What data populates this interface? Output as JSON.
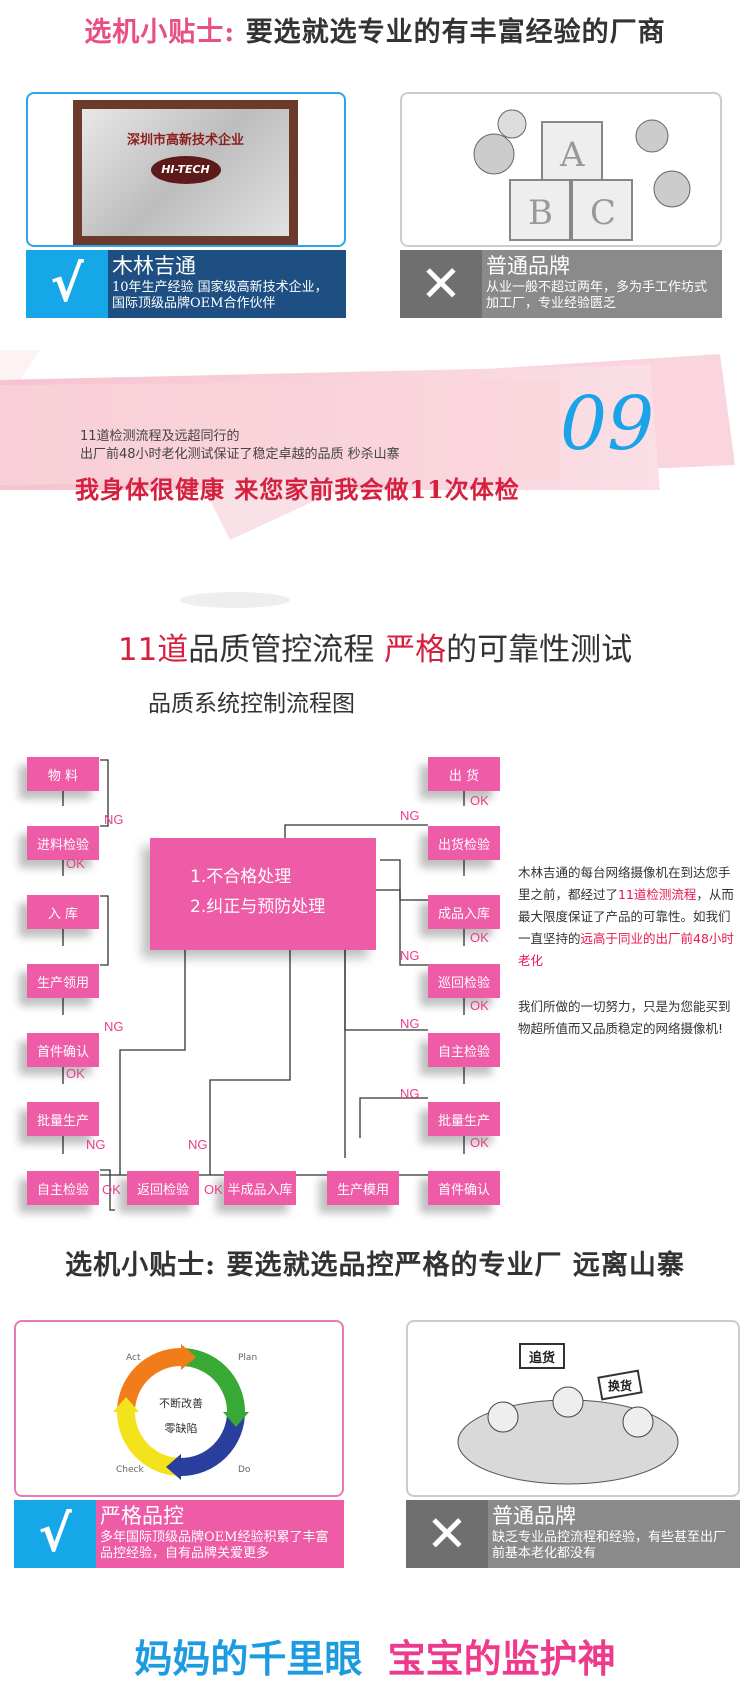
{
  "tip1": {
    "prefix": "选机小贴士:",
    "text": "要选就选专业的有丰富经验的厂商"
  },
  "compare1": {
    "good": {
      "image_caption": "深圳市高新技术企业",
      "image_logo": "HI-TECH",
      "title": "木林吉通",
      "desc": "10年生产经验 国家级高新技术企业，国际顶级品牌OEM合作伙伴",
      "symbol": "√"
    },
    "bad": {
      "title": "普通品牌",
      "desc": "从业一般不超过两年，多为手工作坊式加工厂，专业经验匮乏",
      "symbol": "✕",
      "letters": [
        "A",
        "B",
        "C"
      ]
    }
  },
  "section09": {
    "line1": "11道检测流程及远超同行的",
    "line2": "出厂前48小时老化测试保证了稳定卓越的品质 秒杀山寨",
    "slogan": "我身体很健康 来您家前我会做11次体检",
    "number": "09"
  },
  "qc": {
    "title_red1": "11道",
    "title_dark1": "品质管控流程 ",
    "title_red2": "严格",
    "title_dark2": "的可靠性测试",
    "subtitle": "品质系统控制流程图"
  },
  "flow": {
    "left": [
      "物 料",
      "进料检验",
      "入 库",
      "生产领用",
      "首件确认",
      "批量生产",
      "自主检验"
    ],
    "bottom": [
      "返回检验",
      "半成品入库",
      "生产模用",
      "首件确认"
    ],
    "right": [
      "出 货",
      "出货检验",
      "成品入库",
      "巡回检验",
      "自主检验",
      "批量生产"
    ],
    "center": [
      "1.不合格处理",
      "2.纠正与预防处理"
    ],
    "ok": "OK",
    "ng": "NG"
  },
  "flow_text": {
    "p1a": "木林吉通的每台网络摄像机在到达您手里之前，都经过了",
    "p1b": "11道检测流程",
    "p1c": "，从而最大限度保证了产品的可靠性。如我们一直坚持的",
    "p1d": "远高于同业的出厂前48小时老化",
    "p2": "我们所做的一切努力，只是为您能买到物超所值而又品质稳定的网络摄像机!"
  },
  "tip2": {
    "prefix": "选机小贴士:",
    "text": "要选就选品控严格的专业厂 远离山寨"
  },
  "compare2": {
    "good": {
      "title": "严格品控",
      "desc": "多年国际顶级品牌OEM经验积累了丰富品控经验，自有品牌关爱更多",
      "symbol": "√",
      "cycle_center": "不断改善",
      "cycle_center2": "零缺陷",
      "labels": [
        "Act",
        "Plan",
        "Check",
        "Do"
      ]
    },
    "bad": {
      "title": "普通品牌",
      "desc": "缺乏专业品控流程和经验，有些甚至出厂前基本老化都没有",
      "symbol": "✕",
      "sign1": "追货",
      "sign2": "换货"
    }
  },
  "footer": {
    "blue": "妈妈的千里眼",
    "pink": "宝宝的监护神"
  },
  "colors": {
    "pink": "#ee5ba7",
    "blue": "#16a7e9",
    "navy": "#1e4f83",
    "gray": "#7b7b7b"
  }
}
